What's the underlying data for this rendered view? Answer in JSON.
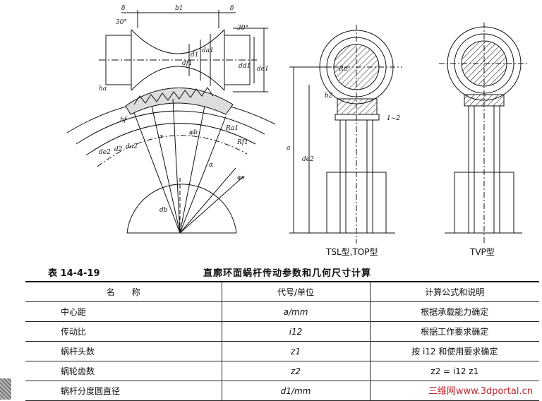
{
  "figure": {
    "labels": {
      "delta_l": "δ",
      "b1": "b1",
      "delta_r": "δ",
      "angle_l": "30°",
      "angle_r": "30°",
      "df1": "df1",
      "d1": "d1",
      "da1": "da1",
      "dd1": "dd1",
      "de1": "de1",
      "ha": "ha",
      "hf": "hf",
      "de2": "de2",
      "d2": "d2",
      "da2": "da2",
      "tau": "τ",
      "phi_b": "φb",
      "Ra1": "Ra1",
      "Rf1": "Rf1",
      "alpha": "α",
      "phi_s": "φs",
      "db": "db",
      "Ra": "Ra",
      "b2": "b2",
      "one_two": "1~2",
      "a": "a",
      "de2_r": "de2"
    },
    "caption_left": "TSL型,TOP型",
    "caption_right": "TVP型"
  },
  "table_label": "表 14-4-19",
  "table_title": "直廓环面蜗杆传动参数和几何尺寸计算",
  "table": {
    "headers": [
      "名　　称",
      "代号/单位",
      "计算公式和说明"
    ],
    "rows": [
      [
        "中心距",
        "a/mm",
        "根据承载能力确定"
      ],
      [
        "传动比",
        "i12",
        "根据工作要求确定"
      ],
      [
        "蜗杆头数",
        "z1",
        "按 i12 和使用要求确定"
      ],
      [
        "蜗轮齿数",
        "z2",
        "z2 = i12 z1"
      ],
      [
        "蜗杆分度圆直径",
        "d1/mm",
        ""
      ]
    ]
  },
  "watermark": "三维网www.3dportal.cn"
}
